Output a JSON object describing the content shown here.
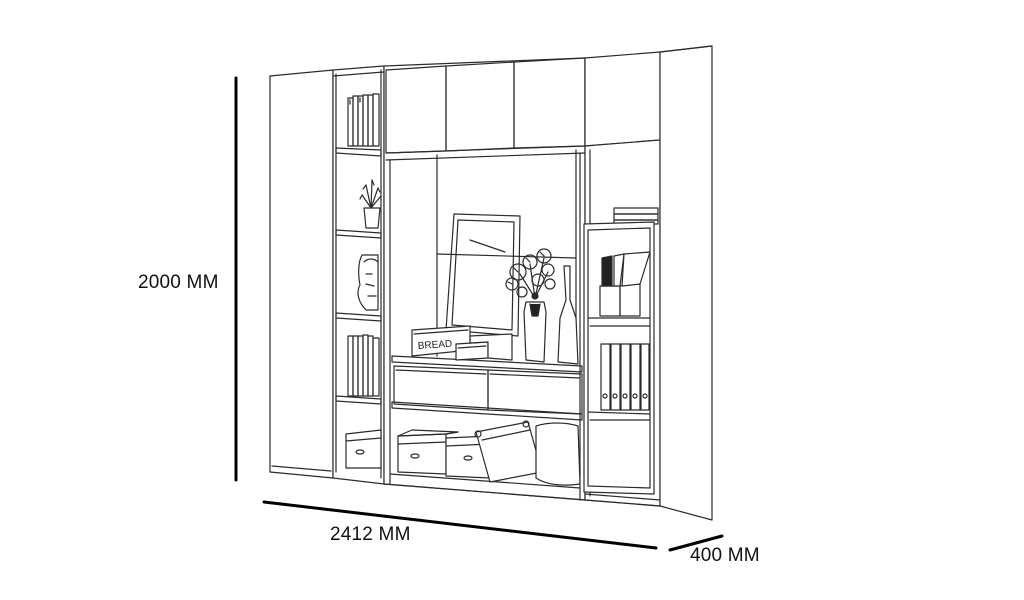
{
  "dimensions": {
    "height": "2000 MM",
    "width": "2412 MM",
    "depth": "400 MM"
  },
  "items": {
    "crate_label": "BREAD"
  },
  "colors": {
    "line": "#2b2b2b",
    "background": "#ffffff",
    "dimension_line": "#000000"
  }
}
